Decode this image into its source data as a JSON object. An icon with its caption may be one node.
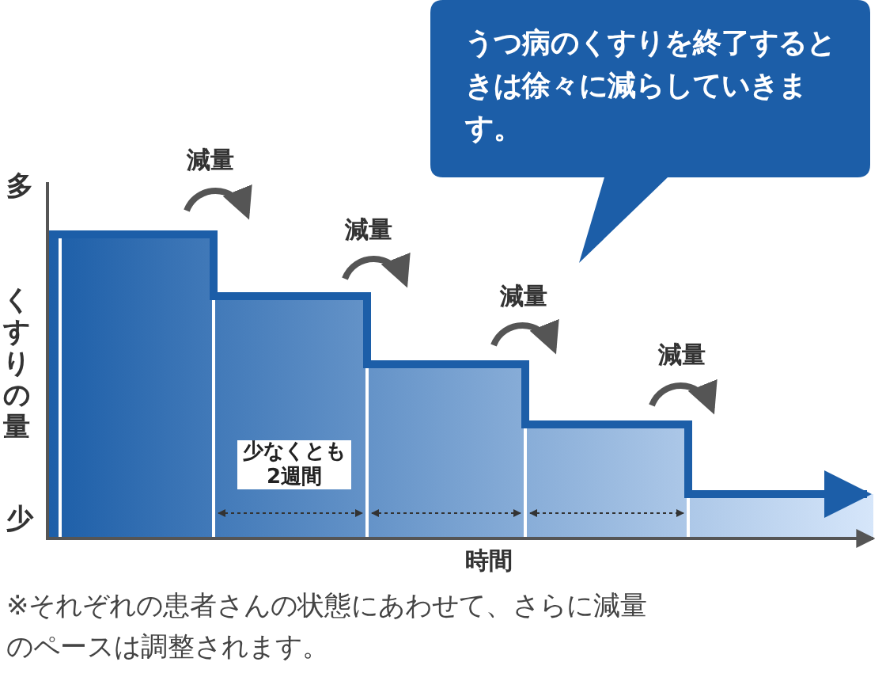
{
  "diagram": {
    "nodes": [
      {
        "text": [
          "うつ病のくすりを終了するときは徐々に減らしていきます。"
        ]
      }
    ],
    "labels": [
      "減量",
      "多",
      "減量",
      "減量",
      "減量",
      "くすりの量",
      "少なくとも2週間",
      "少",
      "時間",
      "※それぞれの患者さんの状態にあわせて、さらに減量のペースは調整されます。"
    ]
  }
}
